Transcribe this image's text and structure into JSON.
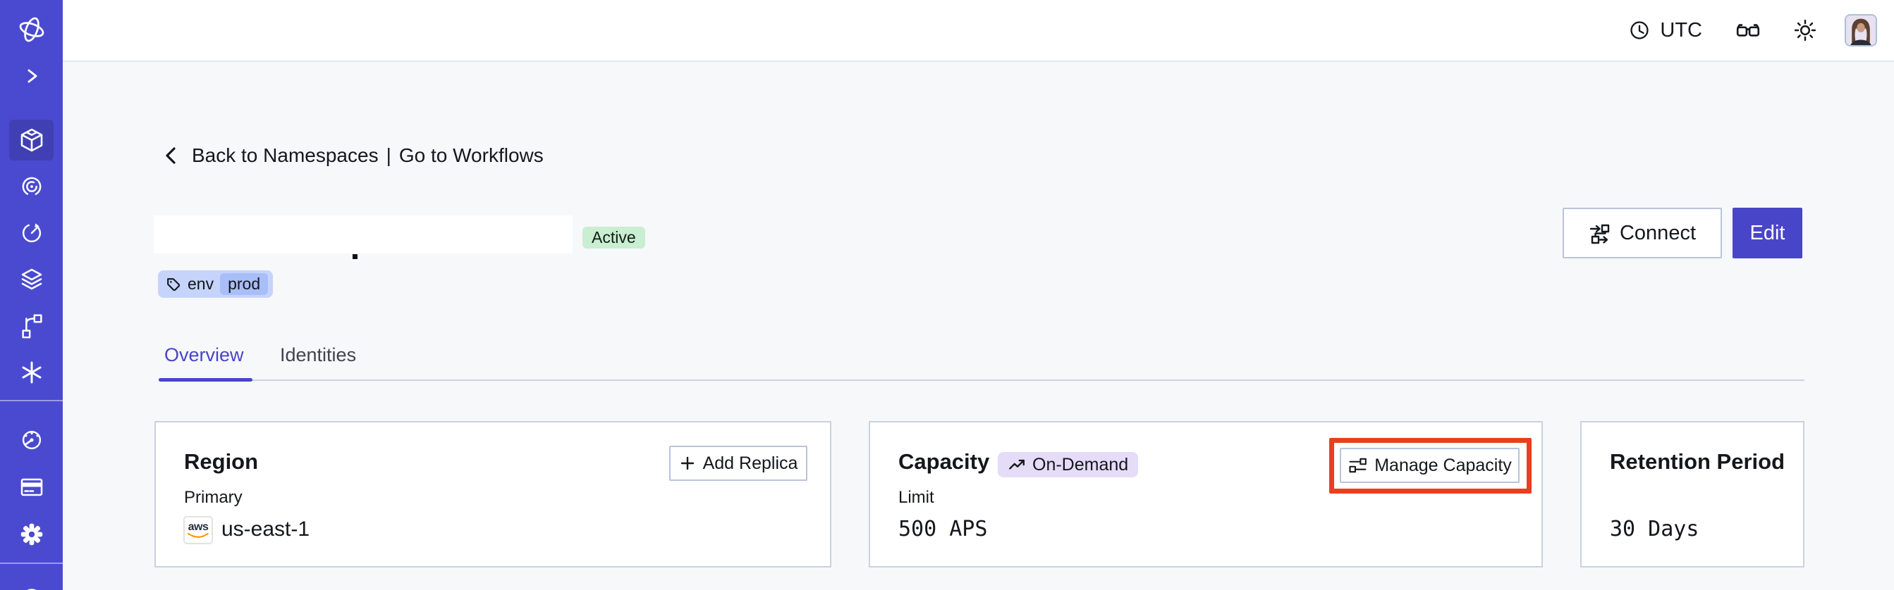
{
  "topbar": {
    "timezone": "UTC",
    "icons": [
      "clock-icon",
      "glasses-icon",
      "sun-icon",
      "avatar"
    ]
  },
  "sidebar": {
    "items": [
      {
        "icon": "temporal-logo"
      },
      {
        "icon": "expand-chevron"
      },
      {
        "icon": "namespaces-cube",
        "active": true
      },
      {
        "icon": "workflows-spiral"
      },
      {
        "icon": "schedules-timer"
      },
      {
        "icon": "deployments-layers"
      },
      {
        "icon": "batch-branch"
      },
      {
        "icon": "nexus-asterisk"
      },
      {
        "icon": "usage-gauge"
      },
      {
        "icon": "billing-card"
      },
      {
        "icon": "settings-gear"
      },
      {
        "icon": "help-circle-partial"
      }
    ]
  },
  "breadcrumb": {
    "back_label": "Back to Namespaces",
    "separator": "|",
    "workflows_label": "Go to Workflows"
  },
  "namespace": {
    "name_redacted": true,
    "status_badge": "Active",
    "tag": {
      "key": "env",
      "value": "prod"
    }
  },
  "header_actions": {
    "connect_label": "Connect",
    "edit_label": "Edit"
  },
  "tabs": [
    {
      "label": "Overview",
      "active": true
    },
    {
      "label": "Identities",
      "active": false
    }
  ],
  "cards": {
    "region": {
      "title": "Region",
      "action_label": "Add Replica",
      "field_label": "Primary",
      "provider": "aws",
      "value": "us-east-1"
    },
    "capacity": {
      "title": "Capacity",
      "badge_label": "On-Demand",
      "action_label": "Manage Capacity",
      "field_label": "Limit",
      "value": "500 APS"
    },
    "retention": {
      "title": "Retention Period",
      "value": "30 Days"
    }
  },
  "annotation": {
    "type": "highlight-box",
    "target": "Manage Capacity button"
  },
  "colors": {
    "sidebar": "#4a4ad0",
    "sidebar-active": "#403fb4",
    "accent": "#4945c9",
    "annotation": "#e8401f",
    "green": "#c9eed1",
    "lavender": "#e5dcf8",
    "periwinkle": "#c6d4fb",
    "periwinkle-dark": "#a9bdf8",
    "bg": "#f7f8fa",
    "ink": "#15171c"
  }
}
